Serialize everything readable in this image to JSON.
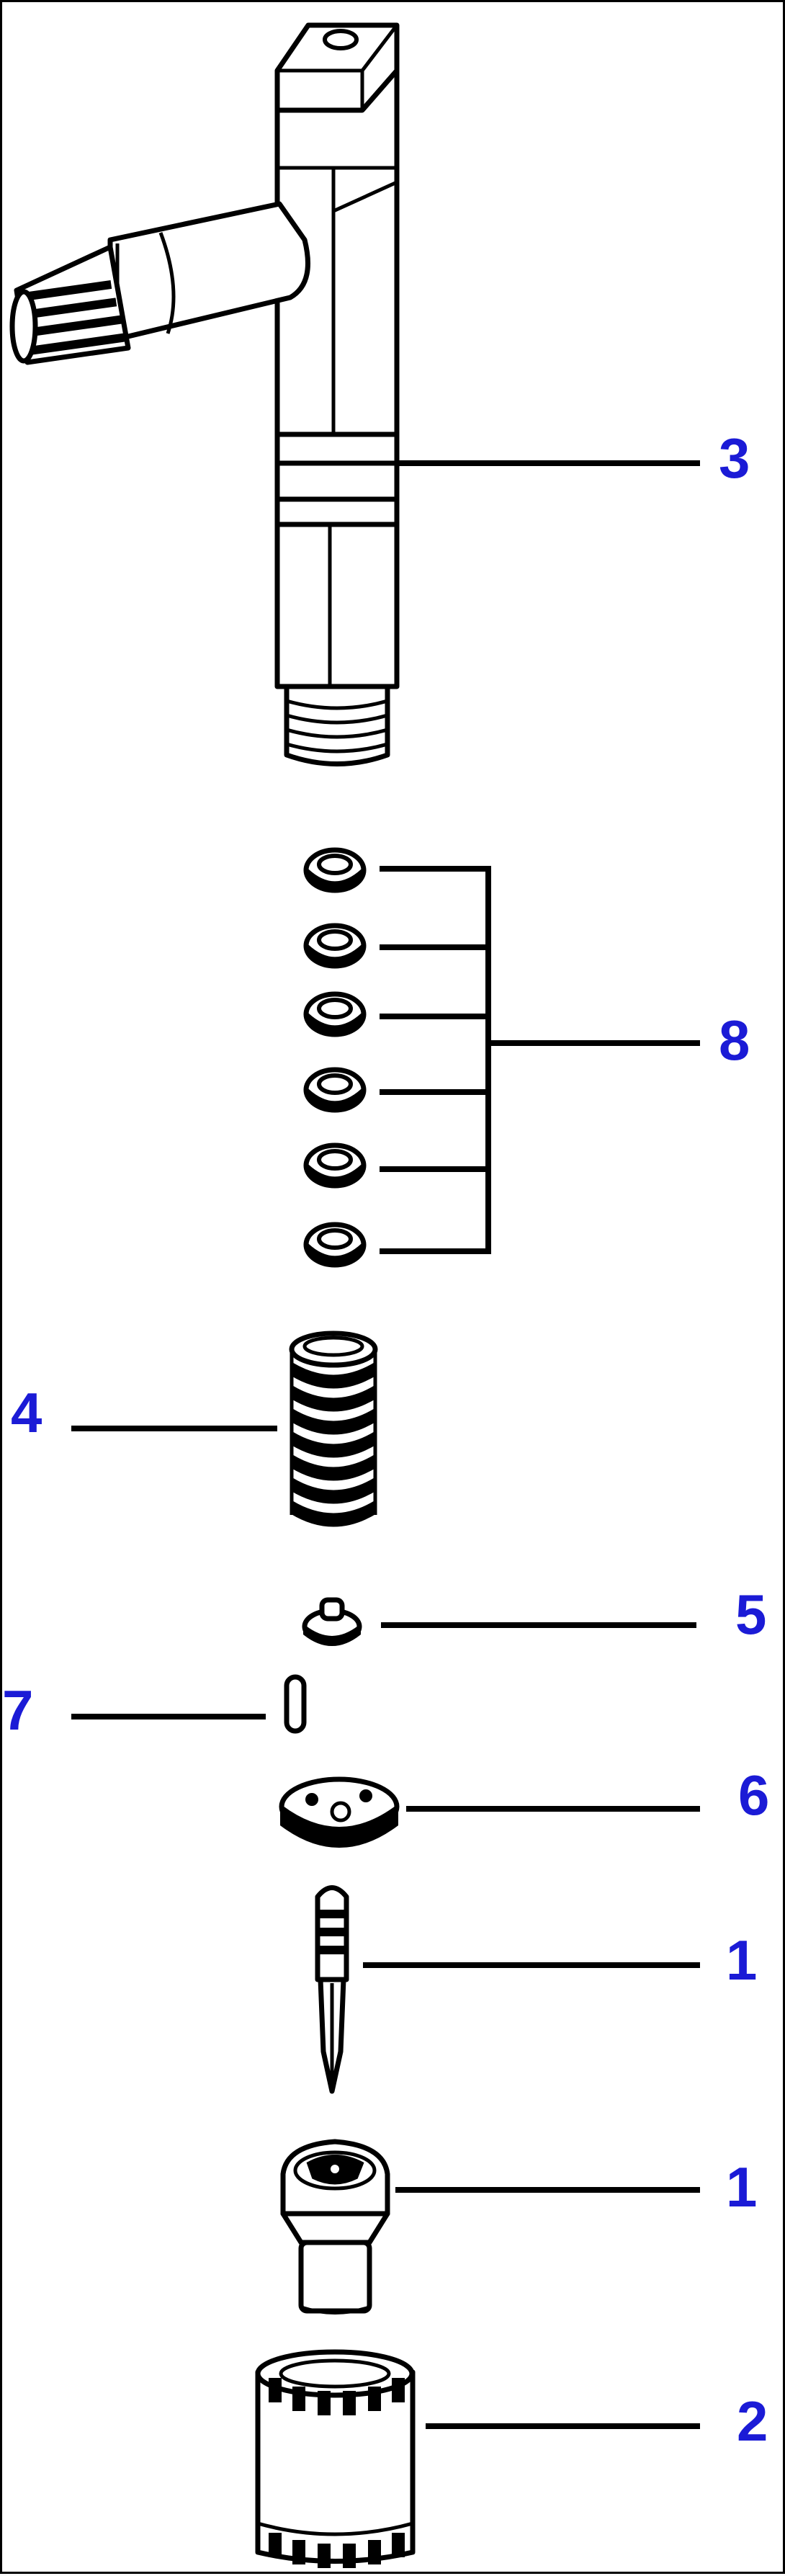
{
  "diagram": {
    "parts": [
      {
        "callout": "3",
        "icon": "injector-holder-icon"
      },
      {
        "callout": "8",
        "icon": "shim-stack-icon"
      },
      {
        "callout": "4",
        "icon": "spring-icon"
      },
      {
        "callout": "5",
        "icon": "spring-seat-icon"
      },
      {
        "callout": "7",
        "icon": "pin-icon"
      },
      {
        "callout": "6",
        "icon": "spacer-plate-icon"
      },
      {
        "callout": "1",
        "icon": "needle-valve-icon"
      },
      {
        "callout": "1",
        "icon": "nozzle-body-icon"
      },
      {
        "callout": "2",
        "icon": "retaining-nut-icon"
      }
    ],
    "colors": {
      "callout": "#1b1bd6",
      "line": "#000000",
      "background": "#ffffff"
    }
  }
}
